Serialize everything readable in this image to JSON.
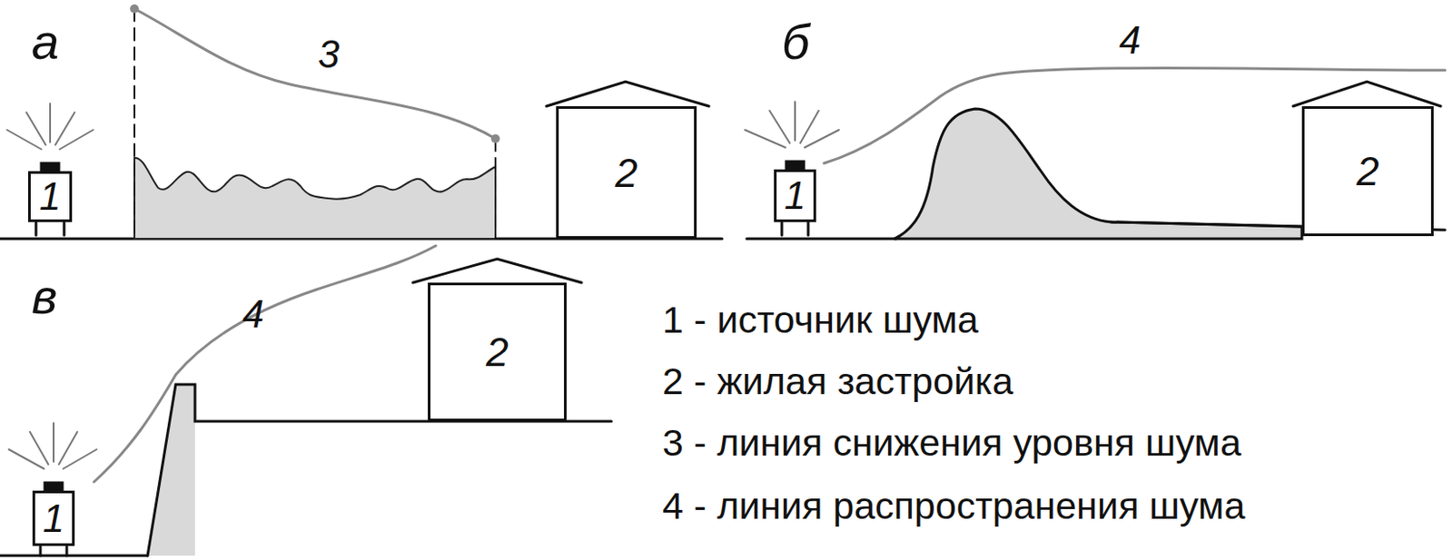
{
  "diagram": {
    "nodes": [
      {
        "text": [
          "1"
        ]
      },
      {
        "text": [
          "2"
        ]
      },
      {
        "text": [
          "1"
        ]
      },
      {
        "text": [
          "2"
        ]
      },
      {
        "text": [
          "1"
        ]
      },
      {
        "text": [
          "2"
        ]
      }
    ],
    "labels": [
      "а",
      "3",
      "б",
      "4",
      "в",
      "4"
    ],
    "legend": [
      {
        "text": "1 - источник шума"
      },
      {
        "text": "2 - жилая застройка"
      },
      {
        "text": "3 - линия снижения уровня шума"
      },
      {
        "text": "4 - линия распространения шума"
      }
    ]
  }
}
